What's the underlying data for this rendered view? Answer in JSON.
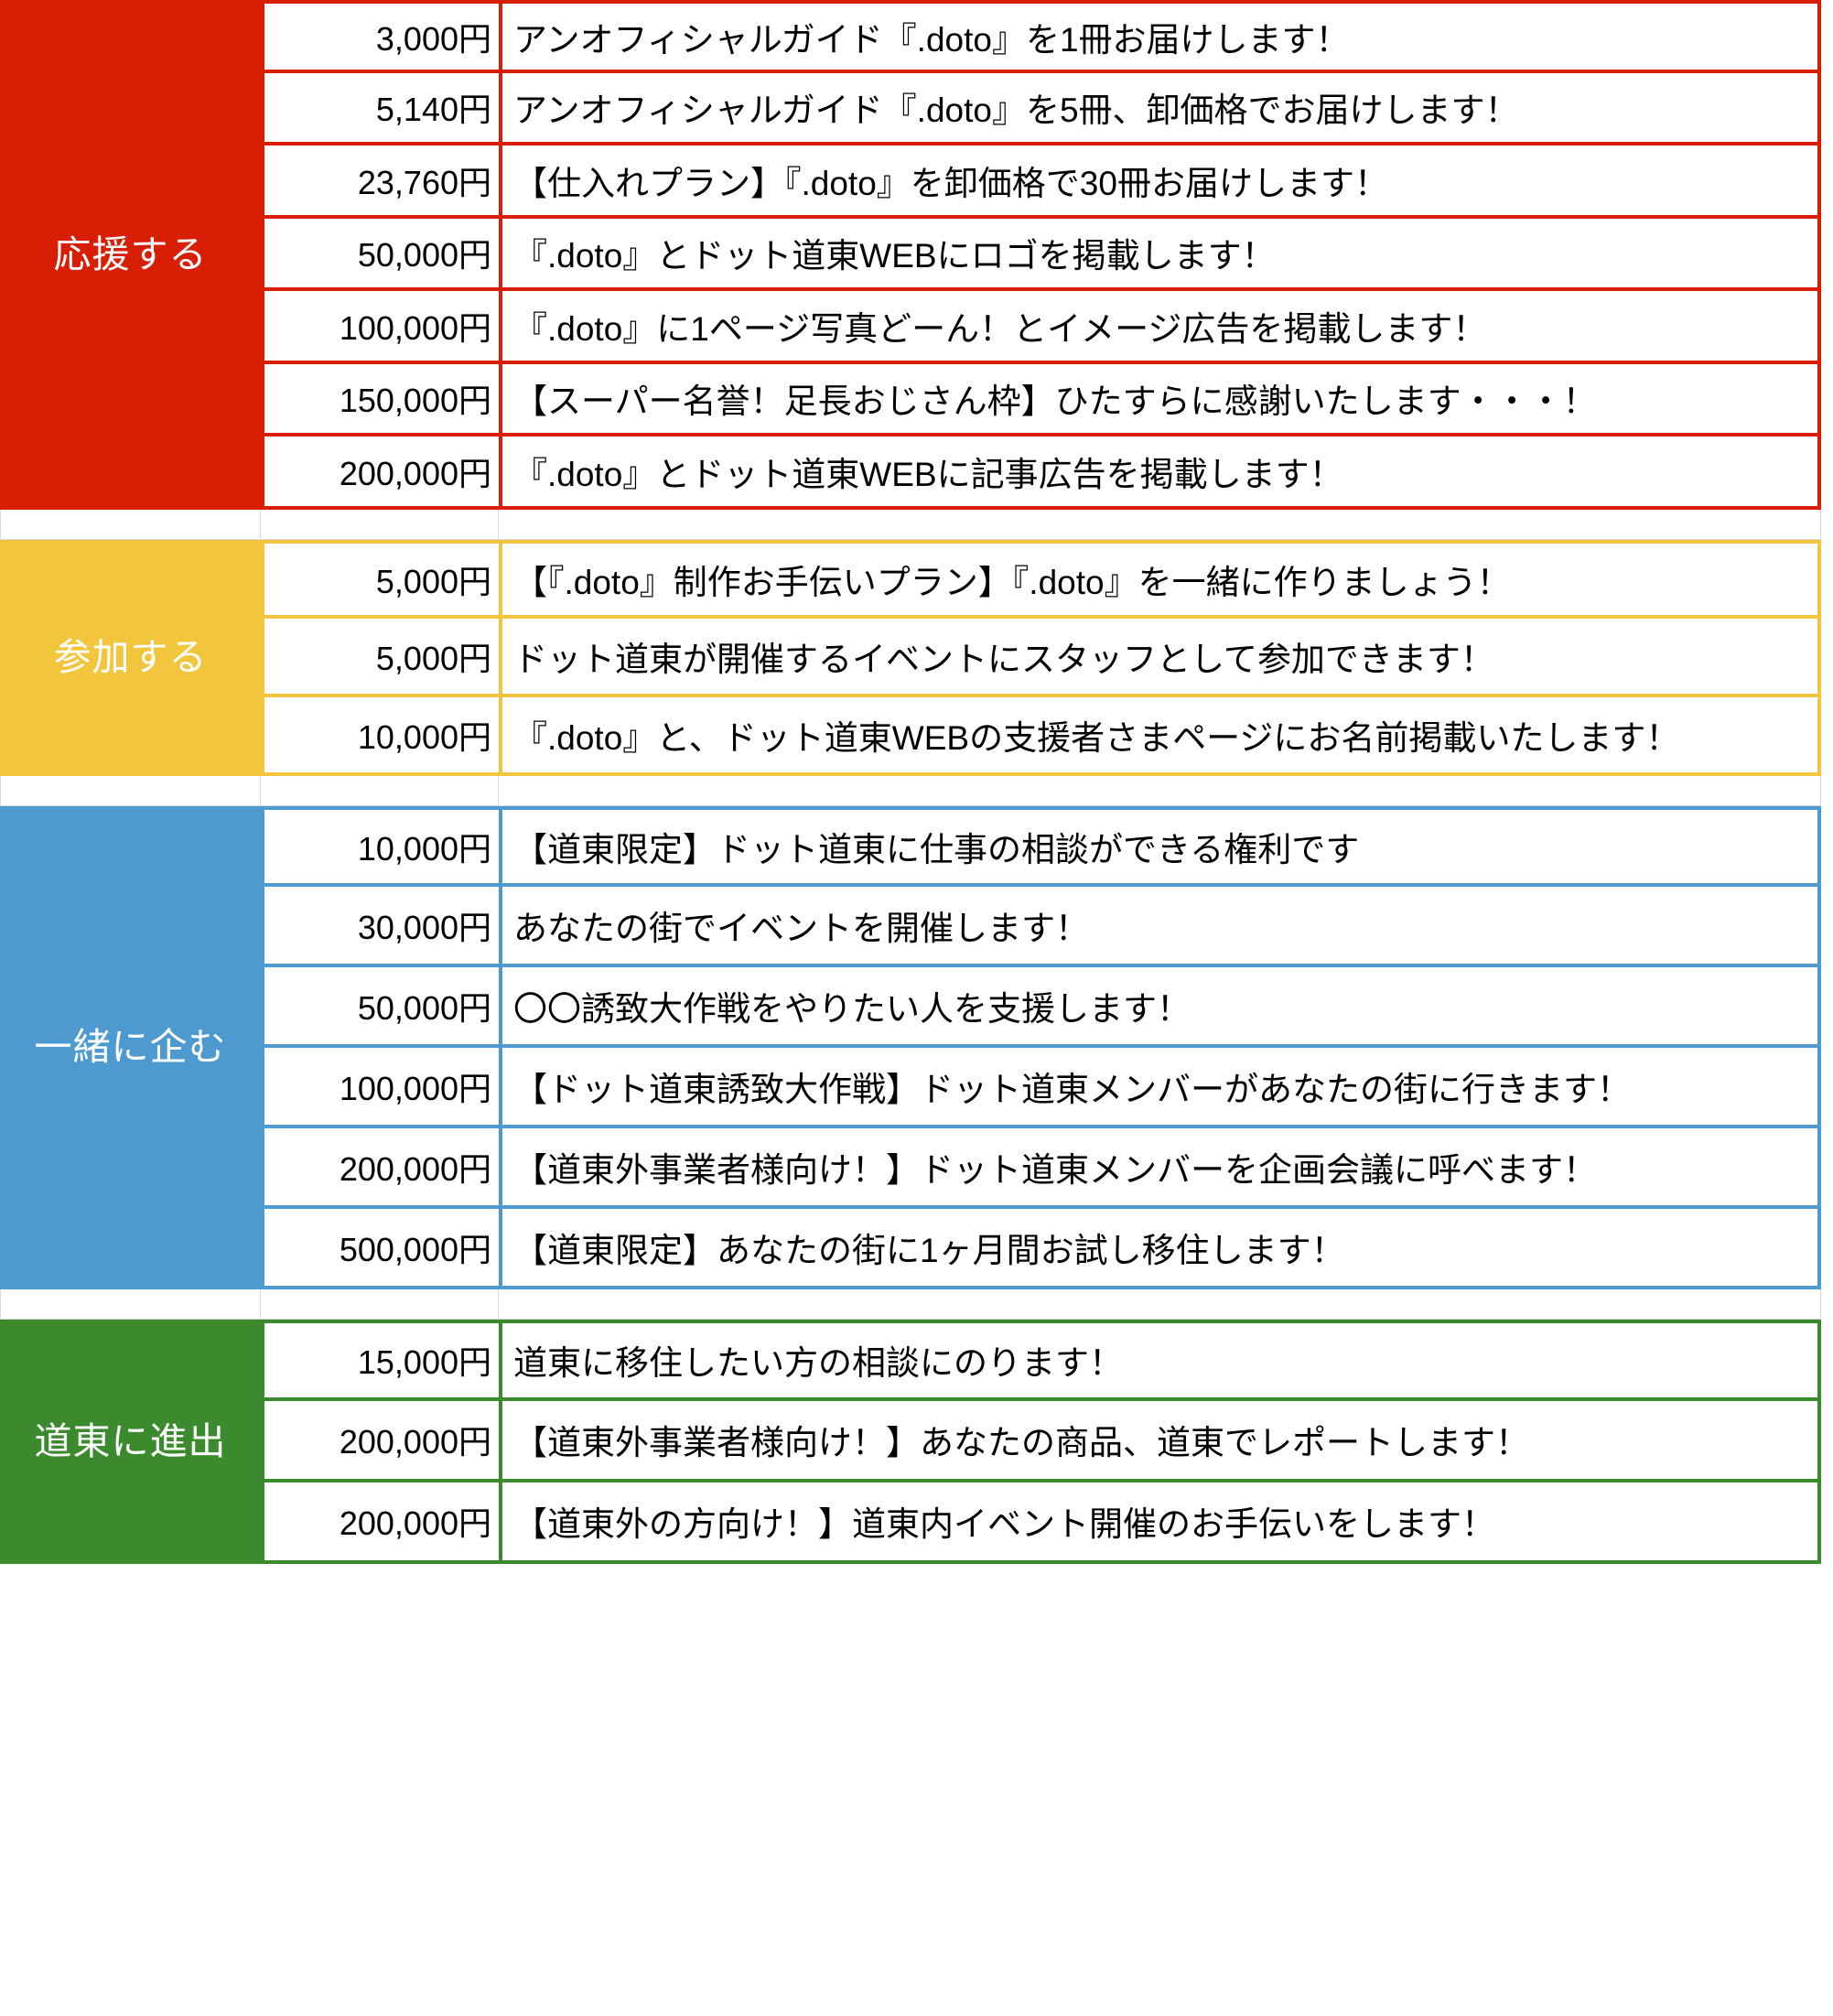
{
  "table": {
    "currency_suffix": "円",
    "sections": [
      {
        "label": "応援する",
        "color": "#D81E05",
        "rows": [
          {
            "price": "3,000円",
            "desc": "アンオフィシャルガイド『.doto』を1冊お届けします！"
          },
          {
            "price": "5,140円",
            "desc": "アンオフィシャルガイド『.doto』を5冊、卸価格でお届けします！"
          },
          {
            "price": "23,760円",
            "desc": "【仕入れプラン】『.doto』を卸価格で30冊お届けします！"
          },
          {
            "price": "50,000円",
            "desc": "『.doto』とドット道東WEBにロゴを掲載します！"
          },
          {
            "price": "100,000円",
            "desc": "『.doto』に1ページ写真どーん！とイメージ広告を掲載します！"
          },
          {
            "price": "150,000円",
            "desc": "【スーパー名誉！足長おじさん枠】ひたすらに感謝いたします・・・！"
          },
          {
            "price": "200,000円",
            "desc": "『.doto』とドット道東WEBに記事広告を掲載します！"
          }
        ]
      },
      {
        "label": "参加する",
        "color": "#F2C53D",
        "rows": [
          {
            "price": "5,000円",
            "desc": "【『.doto』制作お手伝いプラン】『.doto』を一緒に作りましょう！"
          },
          {
            "price": "5,000円",
            "desc": "ドット道東が開催するイベントにスタッフとして参加できます！"
          },
          {
            "price": "10,000円",
            "desc": "『.doto』と、ドット道東WEBの支援者さまページにお名前掲載いたします！"
          }
        ]
      },
      {
        "label": "一緒に企む",
        "color": "#4D9AD1",
        "rows": [
          {
            "price": "10,000円",
            "desc": "【道東限定】ドット道東に仕事の相談ができる権利です"
          },
          {
            "price": "30,000円",
            "desc": "あなたの街でイベントを開催します！"
          },
          {
            "price": "50,000円",
            "desc": "〇〇誘致大作戦をやりたい人を支援します！"
          },
          {
            "price": "100,000円",
            "desc": "【ドット道東誘致大作戦】ドット道東メンバーがあなたの街に行きます！"
          },
          {
            "price": "200,000円",
            "desc": "【道東外事業者様向け！】ドット道東メンバーを企画会議に呼べます！"
          },
          {
            "price": "500,000円",
            "desc": "【道東限定】あなたの街に1ヶ月間お試し移住します！"
          }
        ]
      },
      {
        "label": "道東に進出",
        "color": "#3B8A2E",
        "rows": [
          {
            "price": "15,000円",
            "desc": "道東に移住したい方の相談にのります！"
          },
          {
            "price": "200,000円",
            "desc": "【道東外事業者様向け！】あなたの商品、道東でレポートします！"
          },
          {
            "price": "200,000円",
            "desc": "【道東外の方向け！】道東内イベント開催のお手伝いをします！"
          }
        ]
      }
    ]
  }
}
